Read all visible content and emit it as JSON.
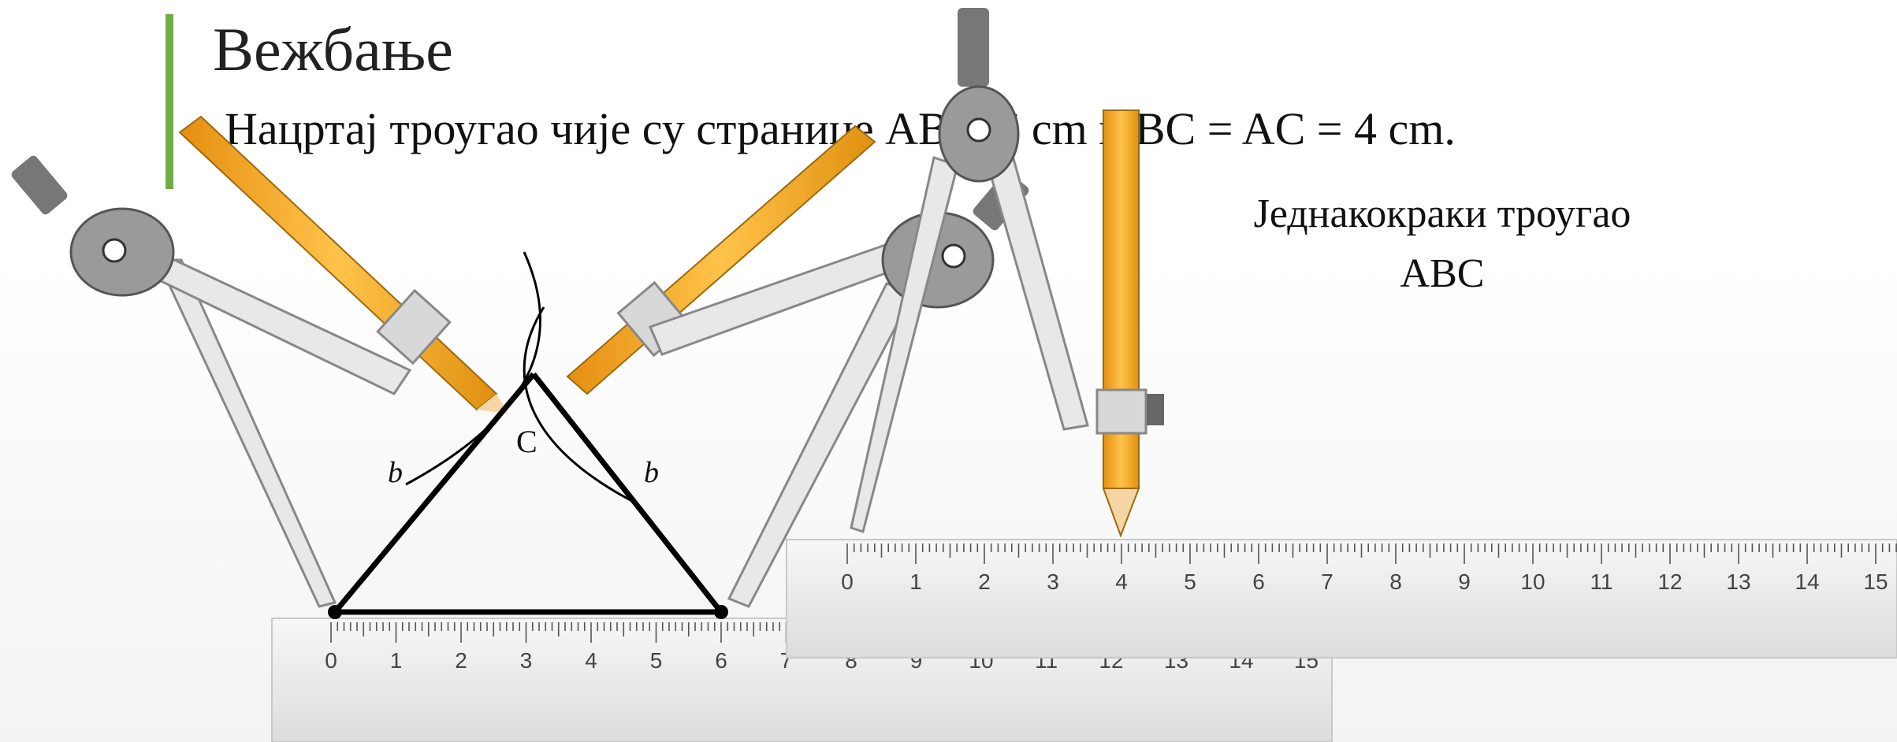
{
  "slide": {
    "title": "Вежбање",
    "task": "Нацртај троугао чије су странице AB = 6 cm и BC = AC = 4 cm.",
    "result_line1": "Једнакокраки троугао",
    "result_line2": "ABC"
  },
  "figure": {
    "vertex_c": "C",
    "side_left": "b",
    "side_right": "b"
  },
  "ruler_bottom": {
    "ticks": [
      "0",
      "1",
      "2",
      "3",
      "4",
      "5",
      "6",
      "7",
      "8",
      "9",
      "10",
      "11",
      "12",
      "13",
      "14",
      "15"
    ]
  },
  "ruler_right": {
    "ticks": [
      "0",
      "1",
      "2",
      "3",
      "4",
      "5",
      "6",
      "7",
      "8",
      "9",
      "10",
      "11",
      "12",
      "13",
      "14",
      "15"
    ]
  },
  "colors": {
    "accent": "#70ad47",
    "pencil": "#f2a62a",
    "compass": "#d8d8d8"
  }
}
